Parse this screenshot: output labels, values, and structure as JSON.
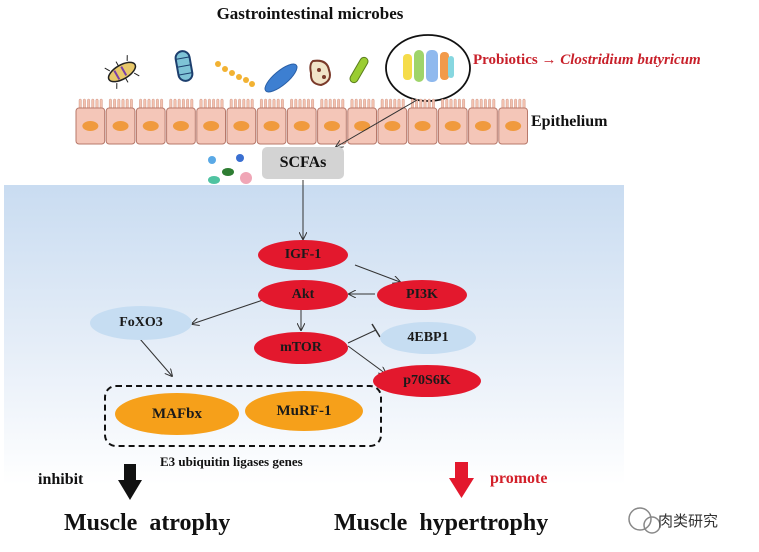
{
  "title": "Gastrointestinal microbes",
  "probiotics": {
    "prefix": "Probiotics → ",
    "species": "Clostridium butyricum"
  },
  "epithelium_label": "Epithelium",
  "scfa_label": "SCFAs",
  "nodes": {
    "igf1": "IGF-1",
    "akt": "Akt",
    "pi3k": "PI3K",
    "foxo3": "FoXO3",
    "mtor": "mTOR",
    "ebp1": "4EBP1",
    "p70s6k": "p70S6K",
    "mafbx": "MAFbx",
    "murf1": "MuRF-1"
  },
  "e3_label": "E3 ubiquitin ligases genes",
  "inhibit_label": "inhibit",
  "promote_label": "promote",
  "atrophy_label": "Muscle  atrophy",
  "hypertrophy_label": "Muscle  hypertrophy",
  "watermark": "肉类研究",
  "colors": {
    "node_red": "#e3182d",
    "node_pale": "#c6ddf2",
    "node_orange": "#f6a01a",
    "label_red": "#c8202a",
    "promote_arrow": "#e3182d"
  }
}
